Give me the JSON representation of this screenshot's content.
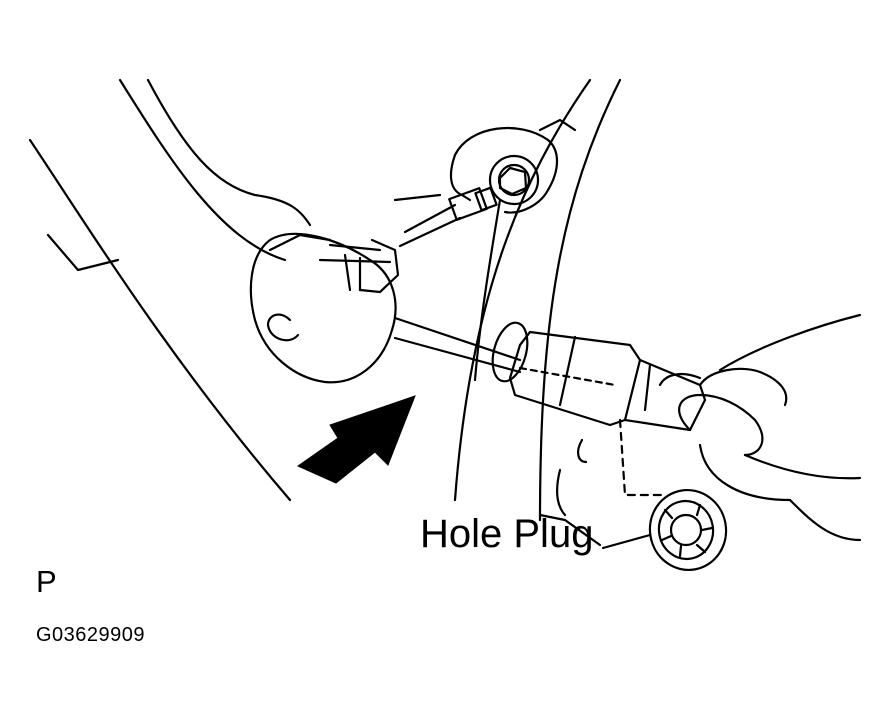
{
  "labels": {
    "hole_plug": "Hole Plug",
    "view_letter": "P",
    "figure_id": "G03629909"
  },
  "icons": {
    "direction_arrow": "arrow-up-right-icon"
  },
  "colors": {
    "line": "#000000",
    "background": "#ffffff"
  }
}
